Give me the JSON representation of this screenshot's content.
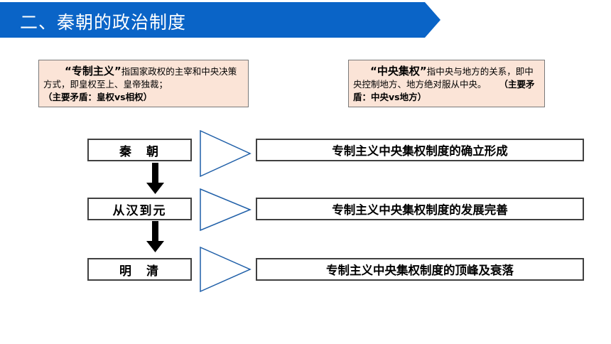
{
  "title": "二、秦朝的政治制度",
  "definitions": {
    "autocracy": {
      "term": "“专制主义”",
      "text": "指国家政权的主宰和中央决策方式，即皇权至上、皇帝独裁；",
      "conflict": "（主要矛盾：皇权vs相权）"
    },
    "centralization": {
      "term": "“中央集权”",
      "text": "指中央与地方的关系，即中央控制地方、地方绝对服从中央。",
      "conflict": "（主要矛盾：中央vs地方）"
    }
  },
  "stages": [
    {
      "era": "秦　朝",
      "description": "专制主义中央集权制度的确立形成"
    },
    {
      "era": "从汉到元",
      "description": "专制主义中央集权制度的发展完善"
    },
    {
      "era": "明　清",
      "description": "专制主义中央集权制度的顶峰及衰落"
    }
  ],
  "colors": {
    "banner": "#0a64c7",
    "definition_bg": "#fbe4d7",
    "chevron": "#1f5fa8"
  }
}
